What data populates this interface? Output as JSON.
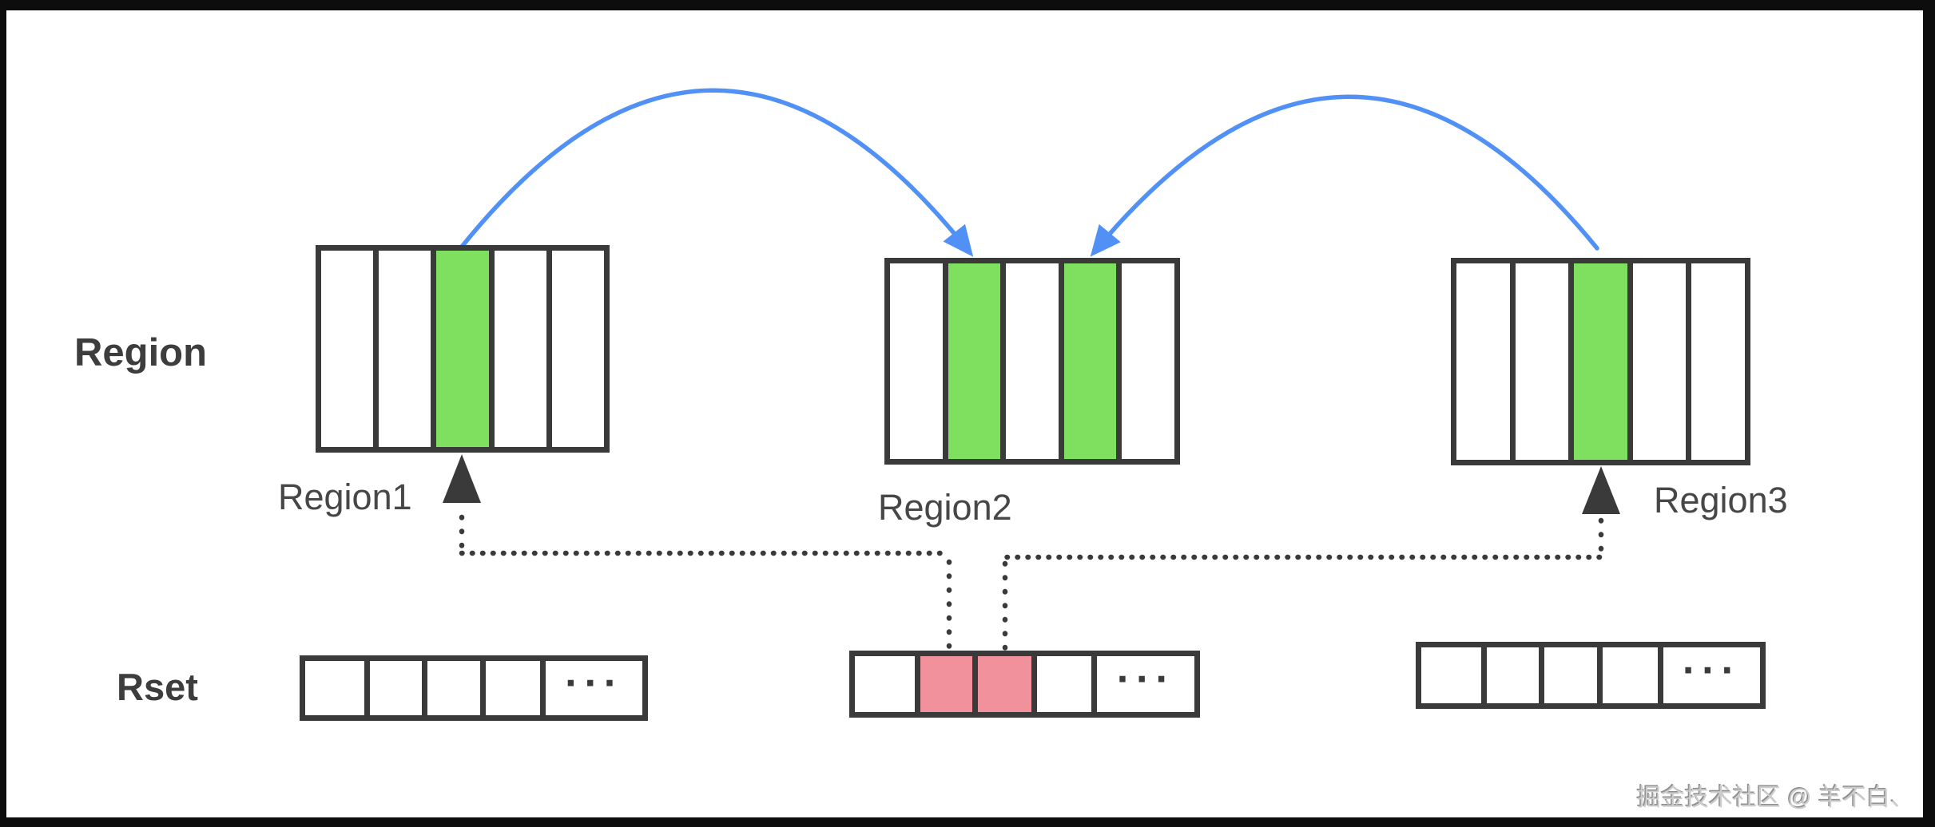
{
  "colors": {
    "green": "#7ee05e",
    "pink": "#f0919b",
    "blue": "#5191f6",
    "ink": "#3a3a3a",
    "label": "#474747",
    "watermark": "#cccccc"
  },
  "row_labels": {
    "regions": "Region",
    "rsets": "Rset"
  },
  "regions": [
    {
      "label": "Region1",
      "cell_count": 5,
      "green_cell_positions": [
        3
      ]
    },
    {
      "label": "Region2",
      "cell_count": 5,
      "green_cell_positions": [
        2,
        4
      ]
    },
    {
      "label": "Region3",
      "cell_count": 5,
      "green_cell_positions": [
        3
      ]
    }
  ],
  "rsets": [
    {
      "cell_count": 5,
      "pink_cell_positions": [],
      "ellipsis": "···"
    },
    {
      "cell_count": 5,
      "pink_cell_positions": [
        2,
        3
      ],
      "ellipsis": "···"
    },
    {
      "cell_count": 5,
      "pink_cell_positions": [],
      "ellipsis": "···"
    }
  ],
  "connections": [
    {
      "from": "Region1 green cell",
      "to": "Region2 left green cell",
      "style": "blue curved arrow"
    },
    {
      "from": "Region3 green cell",
      "to": "Region2 right green cell",
      "style": "blue curved arrow"
    },
    {
      "from": "Region2 Rset pink cell 1",
      "to": "Region1 green cell",
      "style": "black dotted arrow"
    },
    {
      "from": "Region2 Rset pink cell 2",
      "to": "Region3 green cell",
      "style": "black dotted arrow"
    }
  ],
  "watermark": "掘金技术社区 @ 羊不白、"
}
